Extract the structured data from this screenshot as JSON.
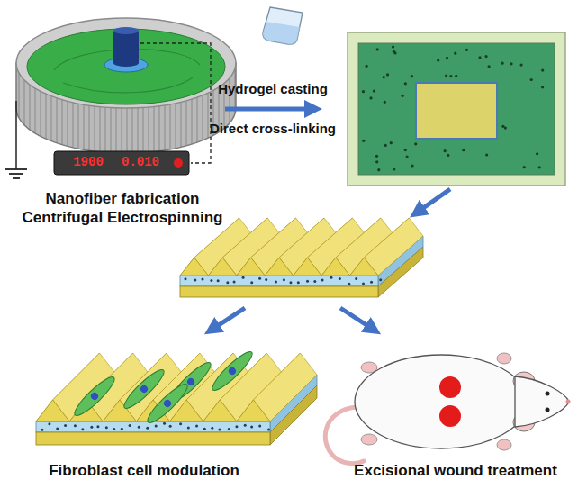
{
  "diagram": {
    "nodes": [
      {
        "text": [
          "Nanofiber fabrication",
          "Centrifugal Electrospinning"
        ]
      },
      {
        "text": [
          "Fibroblast cell modulation"
        ]
      },
      {
        "text": [
          "Excisional wound treatment"
        ]
      }
    ],
    "labels": [
      "1900",
      "0.010",
      "Hydrogel casting",
      "Direct cross-linking"
    ]
  }
}
